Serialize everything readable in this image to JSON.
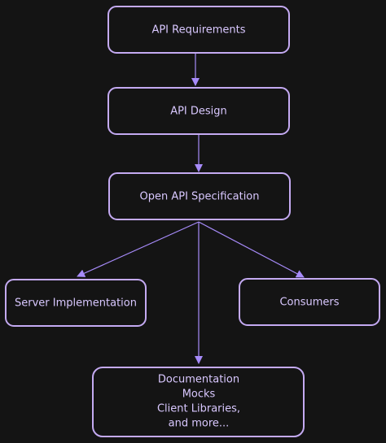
{
  "nodes": {
    "requirements": {
      "label": "API Requirements"
    },
    "design": {
      "label": "API Design"
    },
    "spec": {
      "label": "Open API Specification"
    },
    "server": {
      "label": "Server Implementation"
    },
    "consumers": {
      "label": "Consumers"
    },
    "outputs": {
      "lines": [
        "Documentation",
        "Mocks",
        "Client Libraries,",
        "and more..."
      ]
    }
  },
  "colors": {
    "background": "#141414",
    "node_border": "#c4aaf2",
    "node_text": "#d9c8ff",
    "edge": "#a78bfa"
  }
}
